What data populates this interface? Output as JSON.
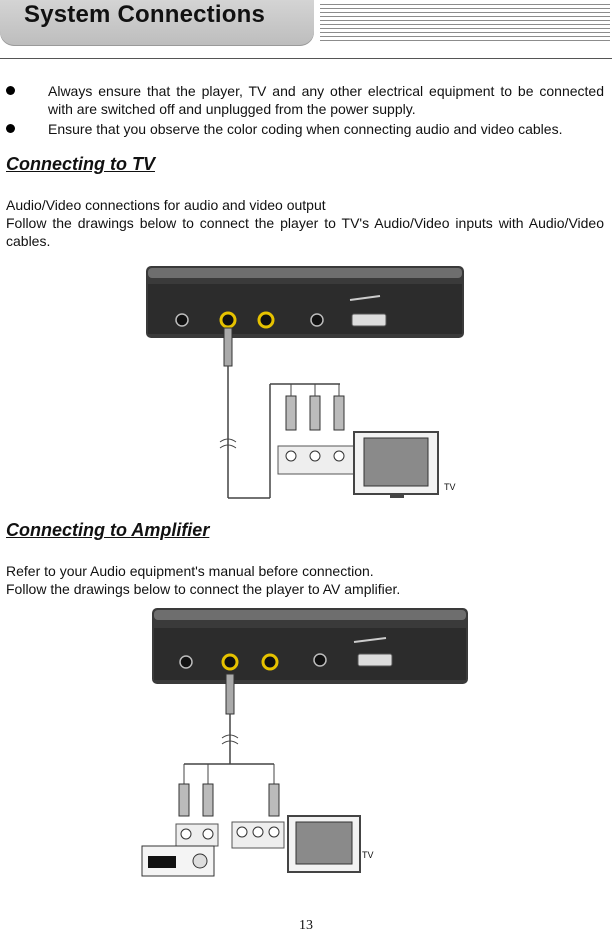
{
  "header": {
    "title": "System Connections"
  },
  "bullets": [
    "Always ensure that the player, TV and any other electrical equipment to be connected with are switched off and unplugged from the power supply.",
    "Ensure that you observe the color coding when connecting audio and video cables."
  ],
  "sections": {
    "tv": {
      "heading": "Connecting to TV",
      "para1": "Audio/Video connections for audio and video output",
      "para2": "Follow the drawings below to connect the player to TV's Audio/Video inputs with Audio/Video cables.",
      "tv_label": "TV"
    },
    "amp": {
      "heading": "Connecting to Amplifier",
      "para1": "Refer to your Audio equipment's manual before connection.",
      "para2": "Follow the drawings below to connect the player to AV amplifier.",
      "tv_label": "TV"
    }
  },
  "footer": {
    "page_number": "13"
  }
}
